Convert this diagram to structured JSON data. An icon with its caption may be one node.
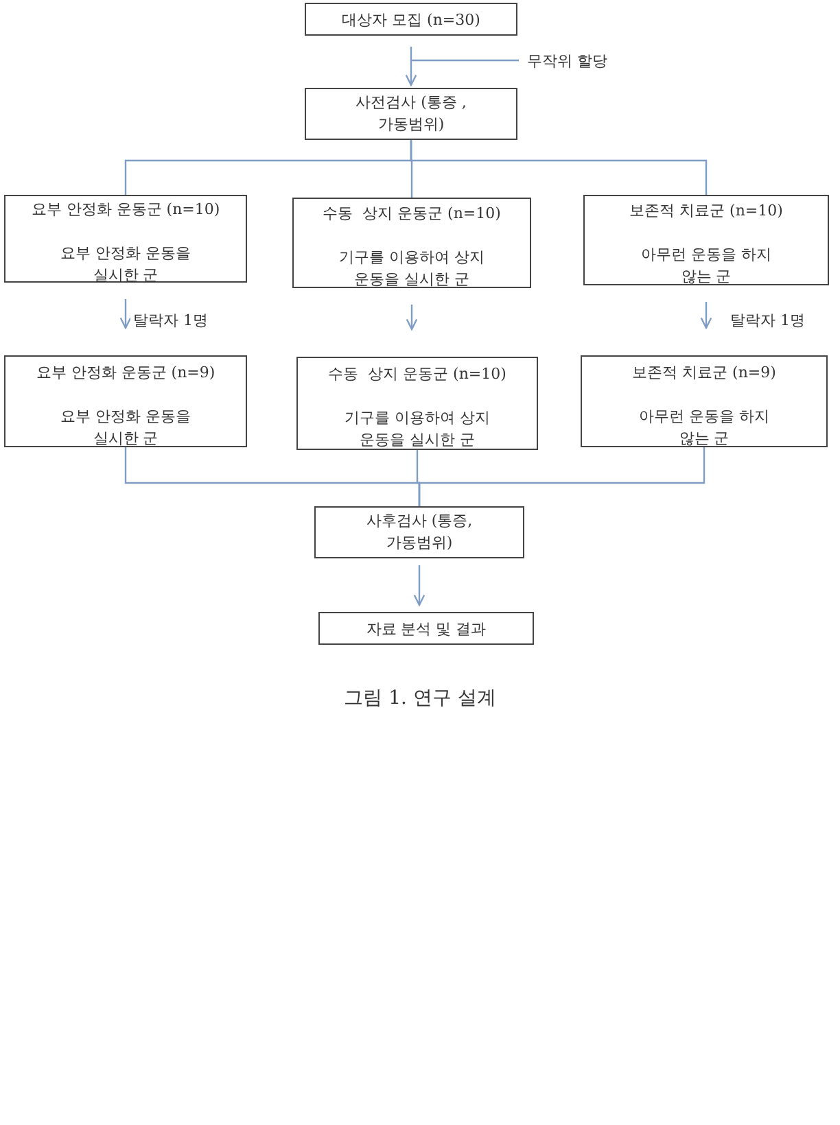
{
  "diagram": {
    "caption": "그림 1. 연구 설계",
    "nodes": [
      {
        "text": [
          "대상자 모집 (n=30)"
        ]
      },
      {
        "text": [
          "사전검사 (통증 , 가동범위)"
        ]
      },
      {
        "text": [
          "요부 안정화 운동군 (n=10)",
          "요부 안정화 운동을 실시한 군"
        ]
      },
      {
        "text": [
          "수동  상지 운동군 (n=10)",
          "기구를 이용하여 상지 운동을 실시한 군"
        ]
      },
      {
        "text": [
          "보존적 치료군 (n=10)",
          "아무런 운동을 하지 않는 군"
        ]
      },
      {
        "text": [
          "요부 안정화 운동군 (n=9)",
          "요부 안정화 운동을 실시한 군"
        ]
      },
      {
        "text": [
          "수동  상지 운동군 (n=10)",
          "기구를 이용하여 상지 운동을 실시한 군"
        ]
      },
      {
        "text": [
          "보존적 치료군 (n=9)",
          "아무런 운동을 하지 않는 군"
        ]
      },
      {
        "text": [
          "사후검사 (통증, 가동범위)"
        ]
      },
      {
        "text": [
          "자료 분석 및 결과"
        ]
      }
    ],
    "edges": [
      {
        "from": 0,
        "to": 1,
        "arrow": "to",
        "label": "무작위 할당"
      },
      {
        "from": 1,
        "to": 2,
        "arrow": "none"
      },
      {
        "from": 1,
        "to": 3,
        "arrow": "none"
      },
      {
        "from": 1,
        "to": 4,
        "arrow": "none"
      },
      {
        "from": 2,
        "to": 5,
        "arrow": "to",
        "label": "탈락자 1명"
      },
      {
        "from": 3,
        "to": 6,
        "arrow": "to"
      },
      {
        "from": 4,
        "to": 7,
        "arrow": "to",
        "label": "탈락자 1명"
      },
      {
        "from": 5,
        "to": 8,
        "arrow": "none"
      },
      {
        "from": 6,
        "to": 8,
        "arrow": "none"
      },
      {
        "from": 7,
        "to": 8,
        "arrow": "none"
      },
      {
        "from": 8,
        "to": 9,
        "arrow": "to"
      }
    ]
  }
}
